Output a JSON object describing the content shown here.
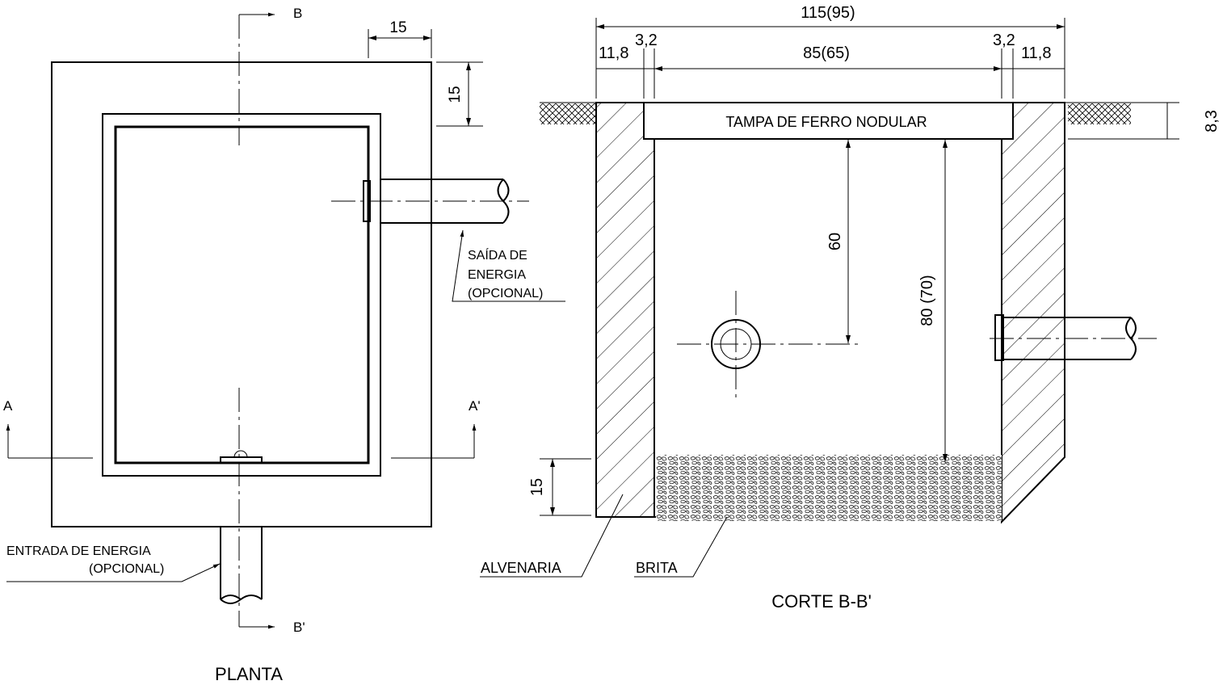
{
  "plan": {
    "title": "PLANTA",
    "section_b_top": "B",
    "section_b_bottom": "B'",
    "section_a_left": "A",
    "section_a_right": "A'",
    "dim_frame_width": "15",
    "dim_frame_height": "15",
    "outlet_label_line1": "SAÍDA DE",
    "outlet_label_line2": "ENERGIA",
    "outlet_label_line3": "(OPCIONAL)",
    "inlet_label_line1": "ENTRADA DE ENERGIA",
    "inlet_label_line2": "(OPCIONAL)"
  },
  "section": {
    "title": "CORTE B-B'",
    "dim_total_width": "115(95)",
    "dim_inner_width": "85(65)",
    "dim_wall_left": "11,8",
    "dim_gap_left": "3,2",
    "dim_gap_right": "3,2",
    "dim_wall_right": "11,8",
    "dim_lid_thickness": "8,3",
    "dim_pipe_depth": "60",
    "dim_inner_depth": "80 (70)",
    "dim_gravel_height": "15",
    "lid_label": "TAMPA DE FERRO NODULAR",
    "masonry_label": "ALVENARIA",
    "gravel_label": "BRITA"
  }
}
